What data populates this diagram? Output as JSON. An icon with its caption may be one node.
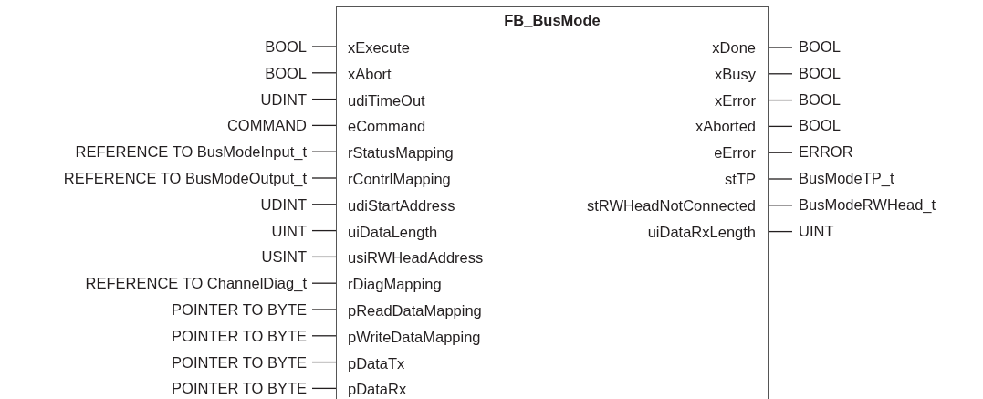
{
  "diagram": {
    "nodes": [
      {
        "text": [
          "FB_BusMode"
        ]
      },
      {
        "text": [
          "BOOL"
        ]
      },
      {
        "text": [
          "xExecute"
        ],
        "in": 0
      },
      {
        "text": [
          "BOOL"
        ]
      },
      {
        "text": [
          "xAbort"
        ],
        "in": 0
      },
      {
        "text": [
          "UDINT"
        ]
      },
      {
        "text": [
          "udiTimeOut"
        ],
        "in": 0
      },
      {
        "text": [
          "COMMAND"
        ]
      },
      {
        "text": [
          "eCommand"
        ],
        "in": 0
      },
      {
        "text": [
          "REFERENCE TO BusModeInput_t"
        ]
      },
      {
        "text": [
          "rStatusMapping"
        ],
        "in": 0
      },
      {
        "text": [
          "REFERENCE TO BusModeOutput_t"
        ]
      },
      {
        "text": [
          "rContrlMapping"
        ],
        "in": 0
      },
      {
        "text": [
          "UDINT"
        ]
      },
      {
        "text": [
          "udiStartAddress"
        ],
        "in": 0
      },
      {
        "text": [
          "UINT"
        ]
      },
      {
        "text": [
          "uiDataLength"
        ],
        "in": 0
      },
      {
        "text": [
          "USINT"
        ]
      },
      {
        "text": [
          "usiRWHeadAddress"
        ],
        "in": 0
      },
      {
        "text": [
          "REFERENCE TO ChannelDiag_t"
        ]
      },
      {
        "text": [
          "rDiagMapping"
        ],
        "in": 0
      },
      {
        "text": [
          "POINTER TO BYTE"
        ]
      },
      {
        "text": [
          "pReadDataMapping"
        ],
        "in": 0
      },
      {
        "text": [
          "POINTER TO BYTE"
        ]
      },
      {
        "text": [
          "pWriteDataMapping"
        ],
        "in": 0
      },
      {
        "text": [
          "POINTER TO BYTE"
        ]
      },
      {
        "text": [
          "pDataTx"
        ],
        "in": 0
      },
      {
        "text": [
          "POINTER TO BYTE"
        ]
      },
      {
        "text": [
          "pDataRx"
        ],
        "in": 0
      },
      {
        "text": [
          "xDone"
        ],
        "in": 0
      },
      {
        "text": [
          "BOOL"
        ]
      },
      {
        "text": [
          "xBusy"
        ],
        "in": 0
      },
      {
        "text": [
          "BOOL"
        ]
      },
      {
        "text": [
          "xError"
        ],
        "in": 0
      },
      {
        "text": [
          "BOOL"
        ]
      },
      {
        "text": [
          "xAborted"
        ],
        "in": 0
      },
      {
        "text": [
          "BOOL"
        ]
      },
      {
        "text": [
          "eError"
        ],
        "in": 0
      },
      {
        "text": [
          "ERROR"
        ]
      },
      {
        "text": [
          "stTP"
        ],
        "in": 0
      },
      {
        "text": [
          "BusModeTP_t"
        ]
      },
      {
        "text": [
          "stRWHeadNotConnected"
        ],
        "in": 0
      },
      {
        "text": [
          "BusModeRWHead_t"
        ]
      },
      {
        "text": [
          "uiDataRxLength"
        ],
        "in": 0
      },
      {
        "text": [
          "UINT"
        ]
      }
    ],
    "edges": [
      {
        "from": 1,
        "to": 2,
        "arrow": "none"
      },
      {
        "from": 3,
        "to": 4,
        "arrow": "none"
      },
      {
        "from": 5,
        "to": 6,
        "arrow": "none"
      },
      {
        "from": 7,
        "to": 8,
        "arrow": "none"
      },
      {
        "from": 9,
        "to": 10,
        "arrow": "none"
      },
      {
        "from": 11,
        "to": 12,
        "arrow": "none"
      },
      {
        "from": 13,
        "to": 14,
        "arrow": "none"
      },
      {
        "from": 15,
        "to": 16,
        "arrow": "none"
      },
      {
        "from": 17,
        "to": 18,
        "arrow": "none"
      },
      {
        "from": 19,
        "to": 20,
        "arrow": "none"
      },
      {
        "from": 21,
        "to": 22,
        "arrow": "none"
      },
      {
        "from": 23,
        "to": 24,
        "arrow": "none"
      },
      {
        "from": 25,
        "to": 26,
        "arrow": "none"
      },
      {
        "from": 27,
        "to": 28,
        "arrow": "none"
      },
      {
        "from": 29,
        "to": 30,
        "arrow": "none"
      },
      {
        "from": 31,
        "to": 32,
        "arrow": "none"
      },
      {
        "from": 33,
        "to": 34,
        "arrow": "none"
      },
      {
        "from": 35,
        "to": 36,
        "arrow": "none"
      },
      {
        "from": 37,
        "to": 38,
        "arrow": "none"
      },
      {
        "from": 39,
        "to": 40,
        "arrow": "none"
      },
      {
        "from": 41,
        "to": 42,
        "arrow": "none"
      },
      {
        "from": 43,
        "to": 44,
        "arrow": "none"
      }
    ]
  }
}
